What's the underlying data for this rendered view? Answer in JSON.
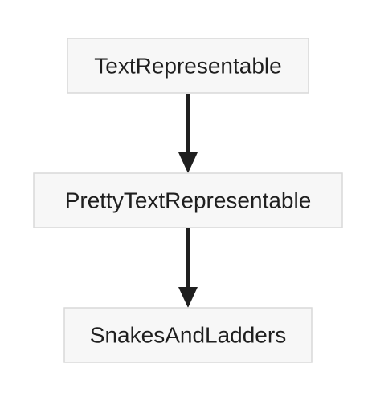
{
  "diagram": {
    "nodes": [
      {
        "id": "text-representable",
        "label": "TextRepresentable"
      },
      {
        "id": "pretty-text-representable",
        "label": "PrettyTextRepresentable"
      },
      {
        "id": "snakes-and-ladders",
        "label": "SnakesAndLadders"
      }
    ],
    "edges": [
      {
        "from": "text-representable",
        "to": "pretty-text-representable"
      },
      {
        "from": "pretty-text-representable",
        "to": "snakes-and-ladders"
      }
    ],
    "colors": {
      "node_fill": "#f7f7f7",
      "node_border": "#d9d9d9",
      "text": "#1f1f1f",
      "edge": "#1f1f1f"
    }
  }
}
